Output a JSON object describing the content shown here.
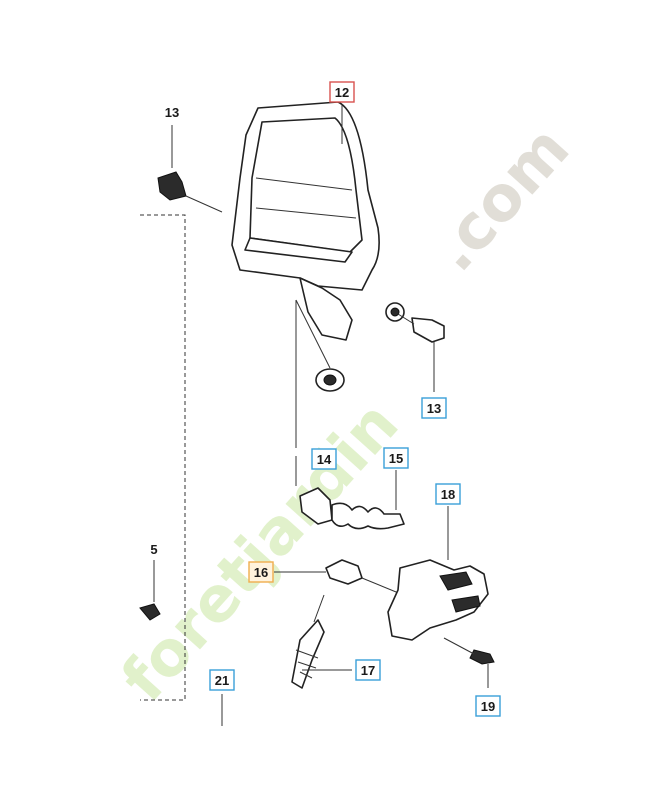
{
  "watermark": {
    "brand_text": "foretjardin",
    "brand_color": "#c9e6a0",
    "suffix_text": ".com",
    "suffix_color": "#c8c2b6"
  },
  "labels": {
    "p12": "12",
    "p13a": "13",
    "p13b": "13",
    "p14": "14",
    "p15": "15",
    "p16": "16",
    "p17": "17",
    "p18": "18",
    "p19": "19",
    "p5": "5",
    "p21": "21"
  },
  "colors": {
    "highlight_red": "#d9534f",
    "highlight_blue": "#3aa0d8",
    "highlight_orange": "#f0ad4e"
  }
}
